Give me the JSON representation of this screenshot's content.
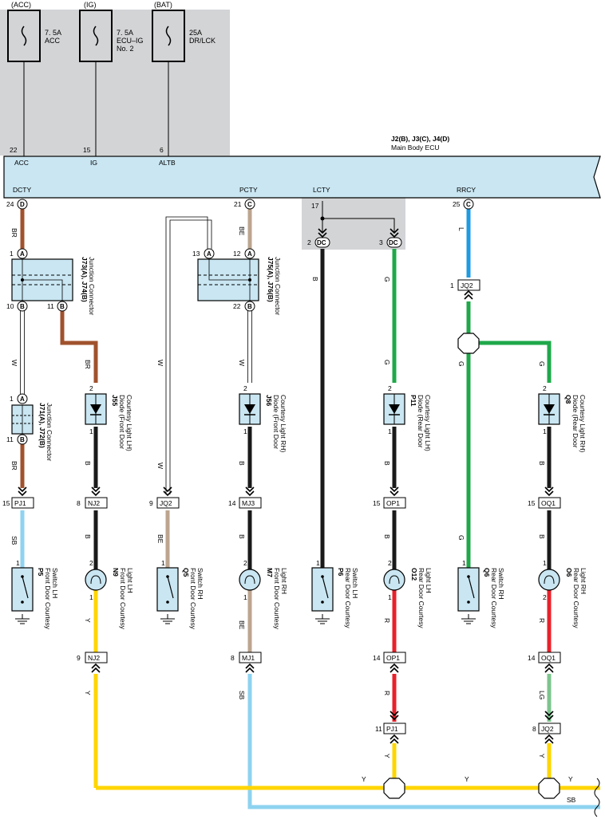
{
  "colors": {
    "BR": "#A0522D",
    "W": "#ffffff",
    "BE": "#BCA58F",
    "B": "#1a1a1a",
    "G": "#1FA84A",
    "L": "#1E9BE0",
    "SB": "#8ED3F0",
    "Y": "#FFD500",
    "R": "#E8212B",
    "LG": "#7DC48E",
    "ecu_fill": "#C9E6F2",
    "power_bg": "#D3D4D6",
    "connector_fill": "#C9E6F2"
  },
  "fuses": [
    {
      "top": "(ACC)",
      "line1": "7. 5A",
      "line2": "ACC",
      "line3": "",
      "pin": "22",
      "ecu_label": "ACC"
    },
    {
      "top": "(IG)",
      "line1": "7. 5A",
      "line2": "ECU–IG",
      "line3": "No. 2",
      "pin": "15",
      "ecu_label": "IG"
    },
    {
      "top": "(BAT)",
      "line1": "25A",
      "line2": "DR/LCK",
      "line3": "",
      "pin": "6",
      "ecu_label": "ALTB"
    }
  ],
  "ecu": {
    "name_line1": "J2(B), J3(C), J4(D)",
    "name_line2": "Main Body ECU",
    "terminals": [
      {
        "label": "DCTY",
        "pin": "24",
        "letter": "D"
      },
      {
        "label": "PCTY",
        "pin": "21",
        "letter": "C"
      },
      {
        "label": "LCTY",
        "pin": "17",
        "letter": ""
      },
      {
        "label": "RRCY",
        "pin": "25",
        "letter": "C"
      }
    ],
    "lcty_pins": [
      {
        "pin": "2",
        "code": "DC"
      },
      {
        "pin": "3",
        "code": "DC"
      }
    ]
  },
  "junction_connectors": [
    {
      "id": "J73(A), J74(B)",
      "sub": "Junction Connector",
      "pins": [
        "1",
        "A",
        "10",
        "B",
        "11",
        "B"
      ]
    },
    {
      "id": "J75(A), J76(B)",
      "sub": "Junction Connector",
      "pins": [
        "13",
        "A",
        "12",
        "A",
        "22",
        "B"
      ]
    },
    {
      "id": "J71(A), J72(B)",
      "sub": "Junction Connector",
      "pins": [
        "1",
        "A",
        "11",
        "B"
      ]
    }
  ],
  "diodes": [
    {
      "id": "J55",
      "l1": "Diode (Front Door",
      "l2": "Courtesy Light LH)"
    },
    {
      "id": "J56",
      "l1": "Diode (Front Door",
      "l2": "Courtesy Light RH)"
    },
    {
      "id": "P11",
      "l1": "Diode (Rear Door",
      "l2": "Courtesy Light LH)"
    },
    {
      "id": "Q8",
      "l1": "Diode (Rear Door",
      "l2": "Courtesy Light RH)"
    }
  ],
  "connectors": [
    {
      "code": "PJ1",
      "pin": "15"
    },
    {
      "code": "NJ2",
      "pin": "8"
    },
    {
      "code": "JQ2",
      "pin": "9"
    },
    {
      "code": "MJ3",
      "pin": "14"
    },
    {
      "code": "OP1",
      "pin": "15"
    },
    {
      "code": "OQ1",
      "pin": "15"
    },
    {
      "code": "JQ2",
      "pin": "1"
    },
    {
      "code": "NJ2",
      "pin": "9"
    },
    {
      "code": "MJ1",
      "pin": "8"
    },
    {
      "code": "OP1",
      "pin": "14"
    },
    {
      "code": "OQ1",
      "pin": "14"
    },
    {
      "code": "PJ1",
      "pin": "11"
    },
    {
      "code": "JQ2",
      "pin": "8"
    }
  ],
  "switches": [
    {
      "id": "P5",
      "l1": "Front Door Courtesy",
      "l2": "Switch LH"
    },
    {
      "id": "Q5",
      "l1": "Front Door Courtesy",
      "l2": "Switch RH"
    },
    {
      "id": "P6",
      "l1": "Rear Door Courtesy",
      "l2": "Switch LH"
    },
    {
      "id": "Q6",
      "l1": "Rear Door Courtesy",
      "l2": "Switch RH"
    }
  ],
  "lights": [
    {
      "id": "N9",
      "l1": "Front Door Courtesy",
      "l2": "Light LH"
    },
    {
      "id": "M7",
      "l1": "Front Door Courtesy",
      "l2": "Light RH"
    },
    {
      "id": "O12",
      "l1": "Rear Door Courtesy",
      "l2": "Light LH"
    },
    {
      "id": "O6",
      "l1": "Rear Door Courtesy",
      "l2": "Light RH"
    }
  ],
  "wire_labels": [
    "BR",
    "W",
    "BR",
    "W",
    "BE",
    "B",
    "G",
    "L",
    "G",
    "G",
    "SB",
    "B",
    "W",
    "B",
    "B",
    "G",
    "B",
    "BE",
    "B",
    "Y",
    "R",
    "R",
    "Y",
    "SB",
    "R",
    "LG",
    "Y",
    "Y",
    "Y",
    "Y",
    "SB",
    "BR",
    "G",
    "B"
  ],
  "bus_labels": {
    "y": "Y",
    "sb": "SB"
  },
  "pin_numbers": [
    "1",
    "2",
    "1",
    "2",
    "1",
    "2",
    "1",
    "2",
    "1",
    "1",
    "2",
    "1",
    "1",
    "2",
    "1",
    "1",
    "2",
    "1",
    "2",
    "1",
    "1",
    "2",
    "1",
    "2"
  ]
}
